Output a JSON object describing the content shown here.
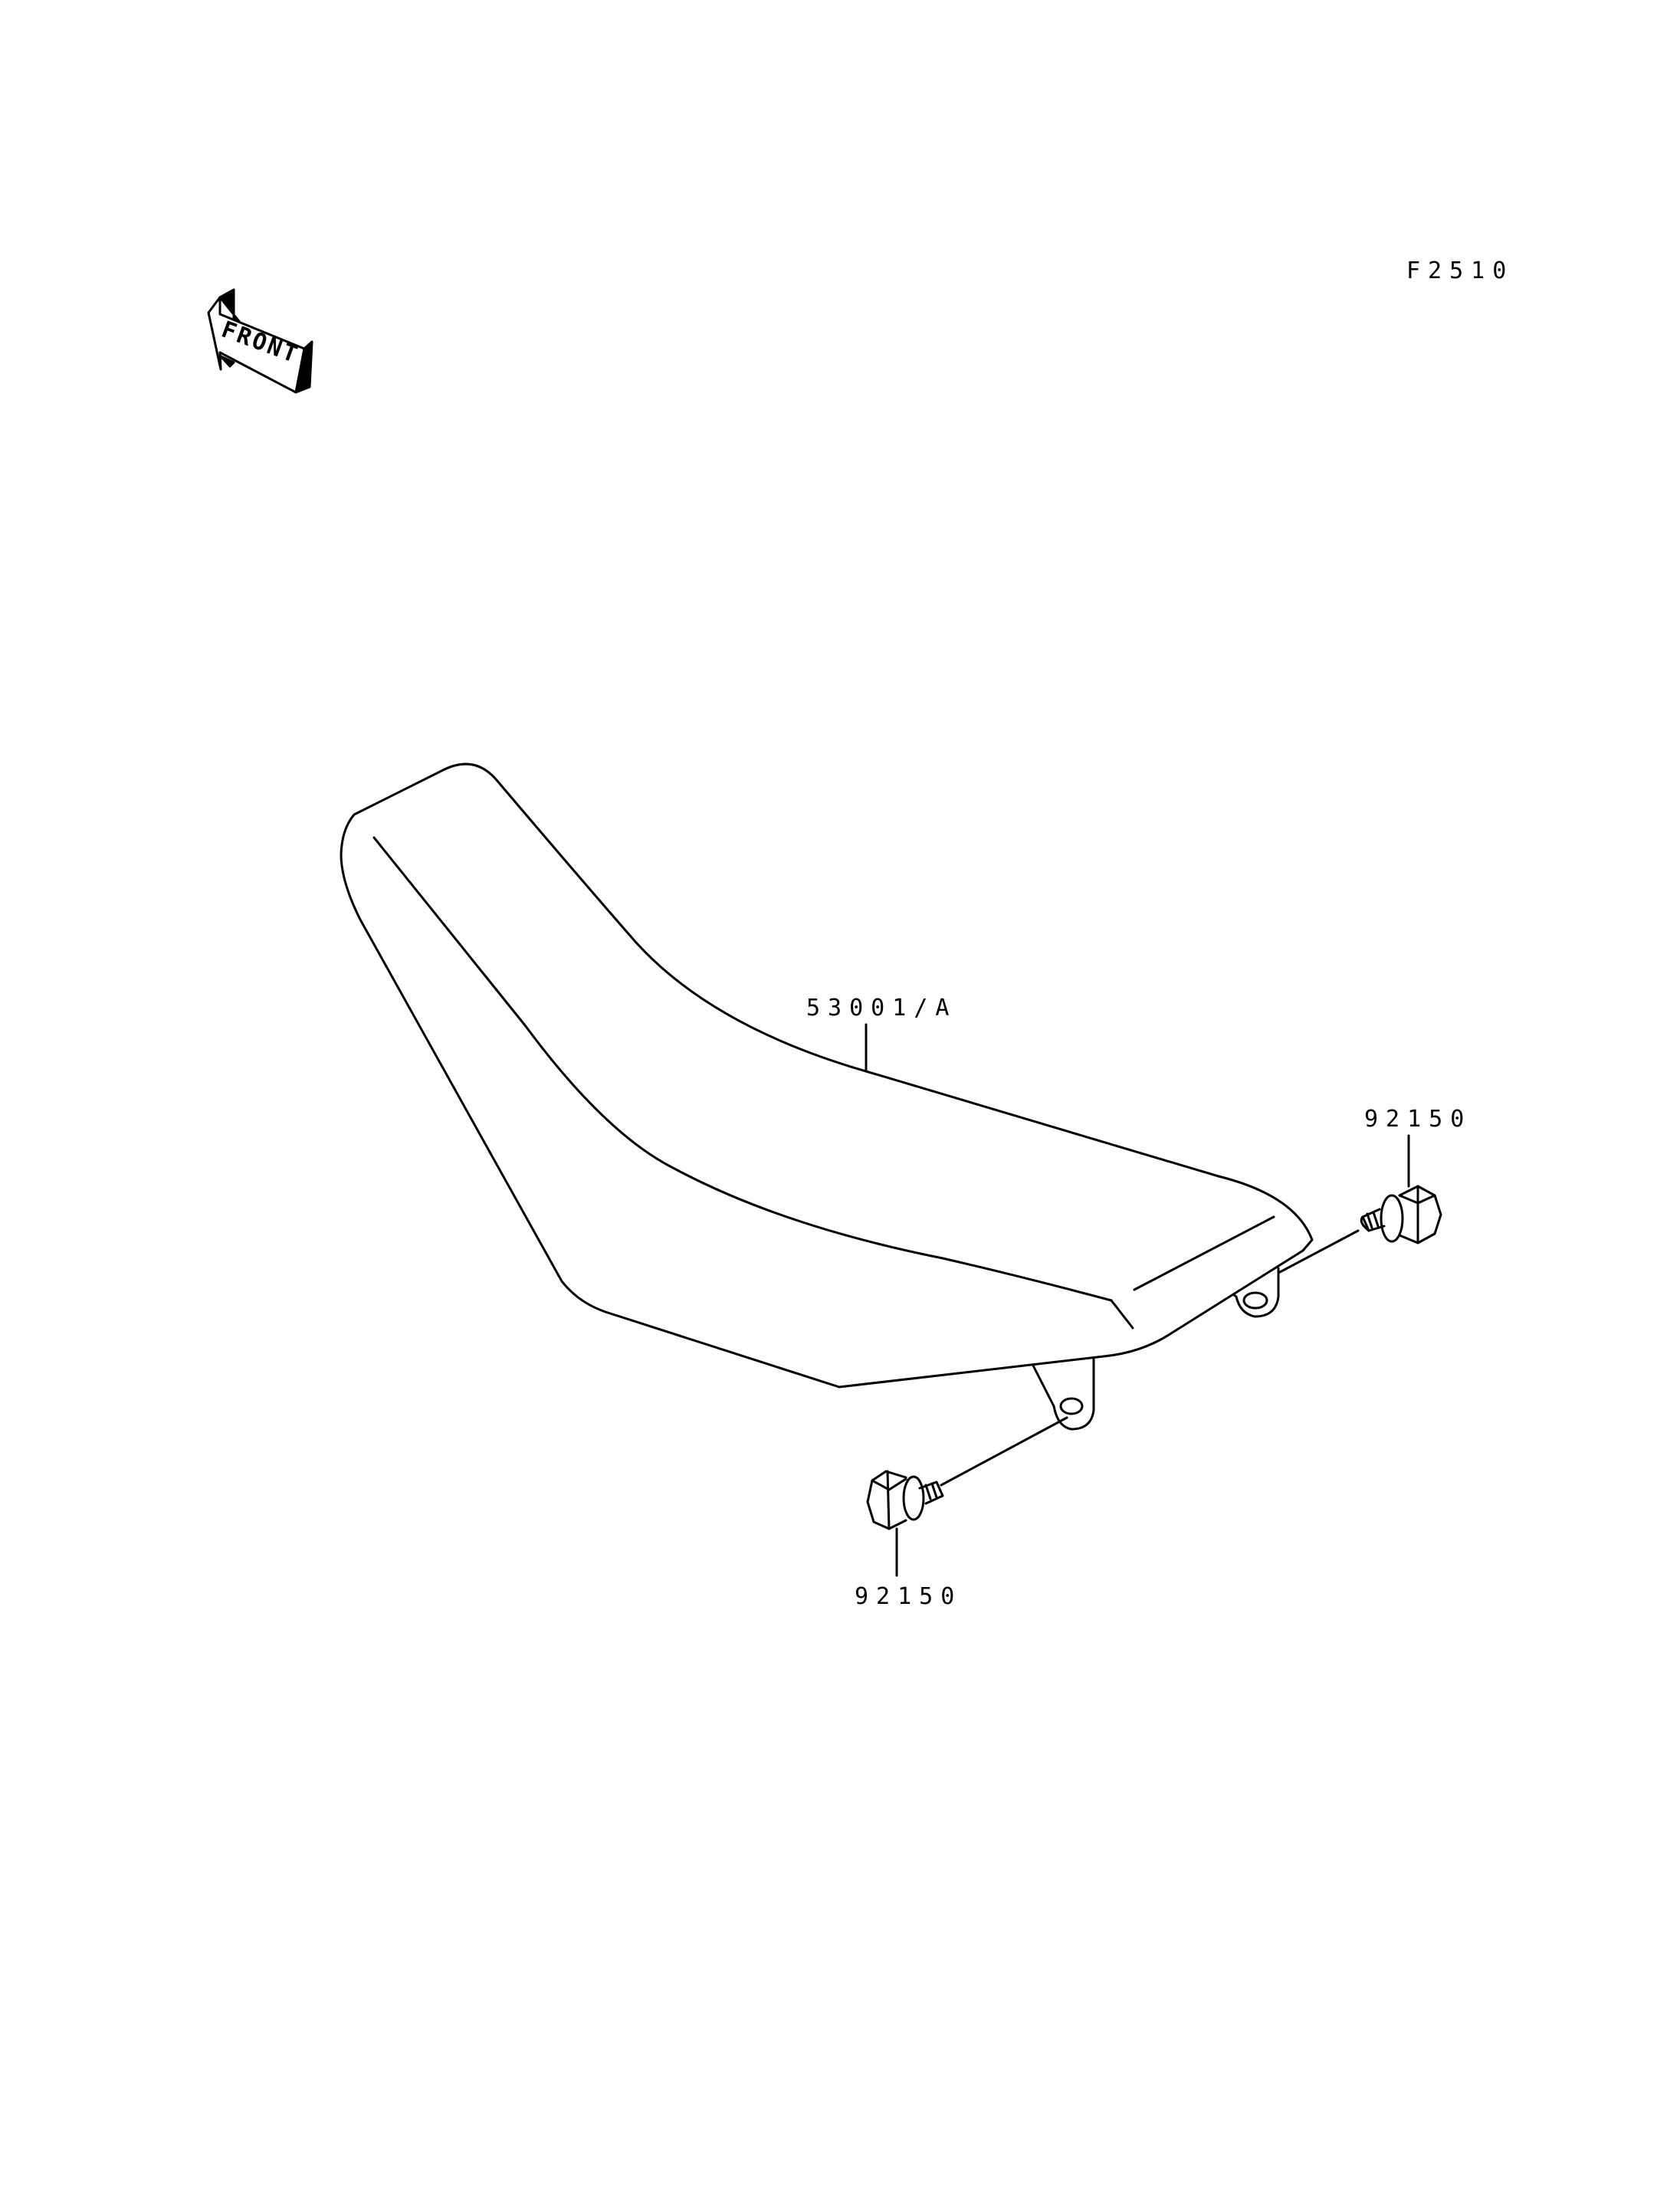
{
  "diagram": {
    "figure_code": "F2510",
    "front_arrow_label": "FRONT",
    "parts": [
      {
        "id": "seat",
        "label": "53001/A"
      },
      {
        "id": "bolt_right",
        "label": "92150"
      },
      {
        "id": "bolt_left",
        "label": "92150"
      }
    ]
  }
}
